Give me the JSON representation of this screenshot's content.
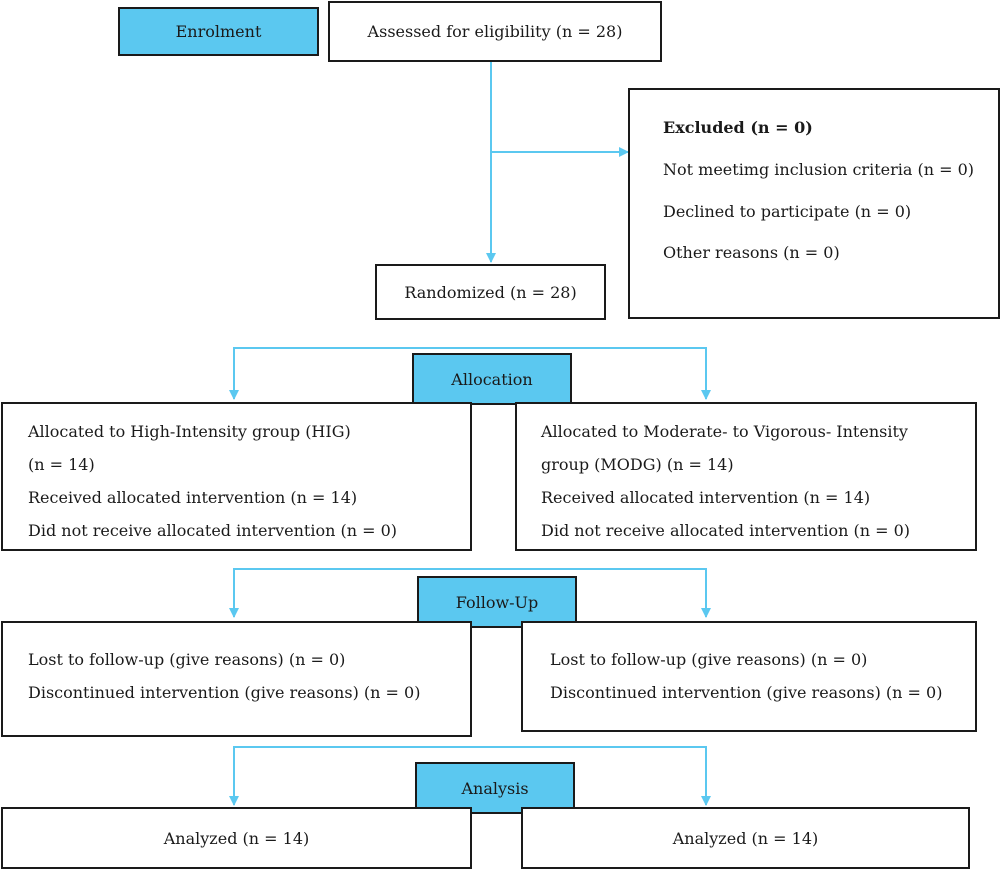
{
  "stages": {
    "enrolment": "Enrolment",
    "allocation": "Allocation",
    "followup": "Follow-Up",
    "analysis": "Analysis"
  },
  "assessed": "Assessed for eligibility (n = 28)",
  "excluded": {
    "title": "Excluded (n = 0)",
    "items": [
      "Not meetimg inclusion criteria (n = 0)",
      "Declined to participate (n = 0)",
      "Other reasons (n = 0)"
    ]
  },
  "randomized": "Randomized (n = 28)",
  "allocation": {
    "left": [
      "Allocated to High-Intensity group (HIG)",
      "(n = 14)",
      "Received allocated intervention (n = 14)",
      "Did not receive allocated intervention (n = 0)"
    ],
    "right": [
      "Allocated to Moderate- to Vigorous- Intensity",
      "group (MODG) (n = 14)",
      "Received allocated intervention (n = 14)",
      "Did not receive allocated intervention (n = 0)"
    ]
  },
  "followup": {
    "left": [
      "Lost to follow-up (give reasons) (n = 0)",
      "Discontinued intervention (give reasons) (n = 0)"
    ],
    "right": [
      "Lost to follow-up (give  reasons) (n = 0)",
      "Discontinued intervention (give reasons) (n = 0)"
    ]
  },
  "analysis": {
    "left": "Analyzed (n = 14)",
    "right": "Analyzed (n = 14)"
  },
  "colors": {
    "arrow": "#5bc8f0",
    "stage_fill": "#5bc8f0",
    "border": "#1a1a1a"
  }
}
